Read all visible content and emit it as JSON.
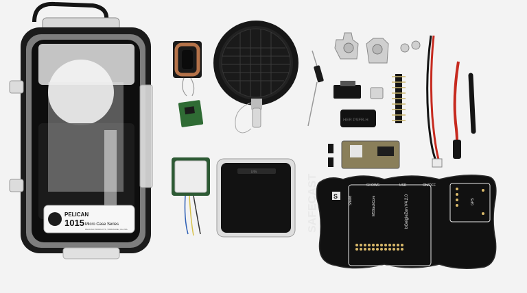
{
  "case": {
    "brand": "PELICAN",
    "model": "1015",
    "series": "Micro Case Series",
    "fine_print": "PELICAN PRODUCTS, TORRANCE, CA USA"
  },
  "board": {
    "brand": "SAFECAST",
    "brand_mark": "S",
    "version": "bGeigieZen V4.2.0",
    "core_label": "M5StackCore",
    "shield_label": "Shield",
    "gps_label": "GPS",
    "header_labels": [
      "SHOWS",
      "USB",
      "ON/OFF"
    ]
  },
  "screen": {
    "label": "M5"
  },
  "tube": {
    "label": "HER PSFR-H"
  },
  "colors": {
    "background": "#f3f3f3",
    "pcb": "#111111",
    "silkscreen": "#e9e9e9",
    "copper_coil": "#b5734a",
    "wire_red": "#c62a1f",
    "wire_black": "#141414"
  }
}
